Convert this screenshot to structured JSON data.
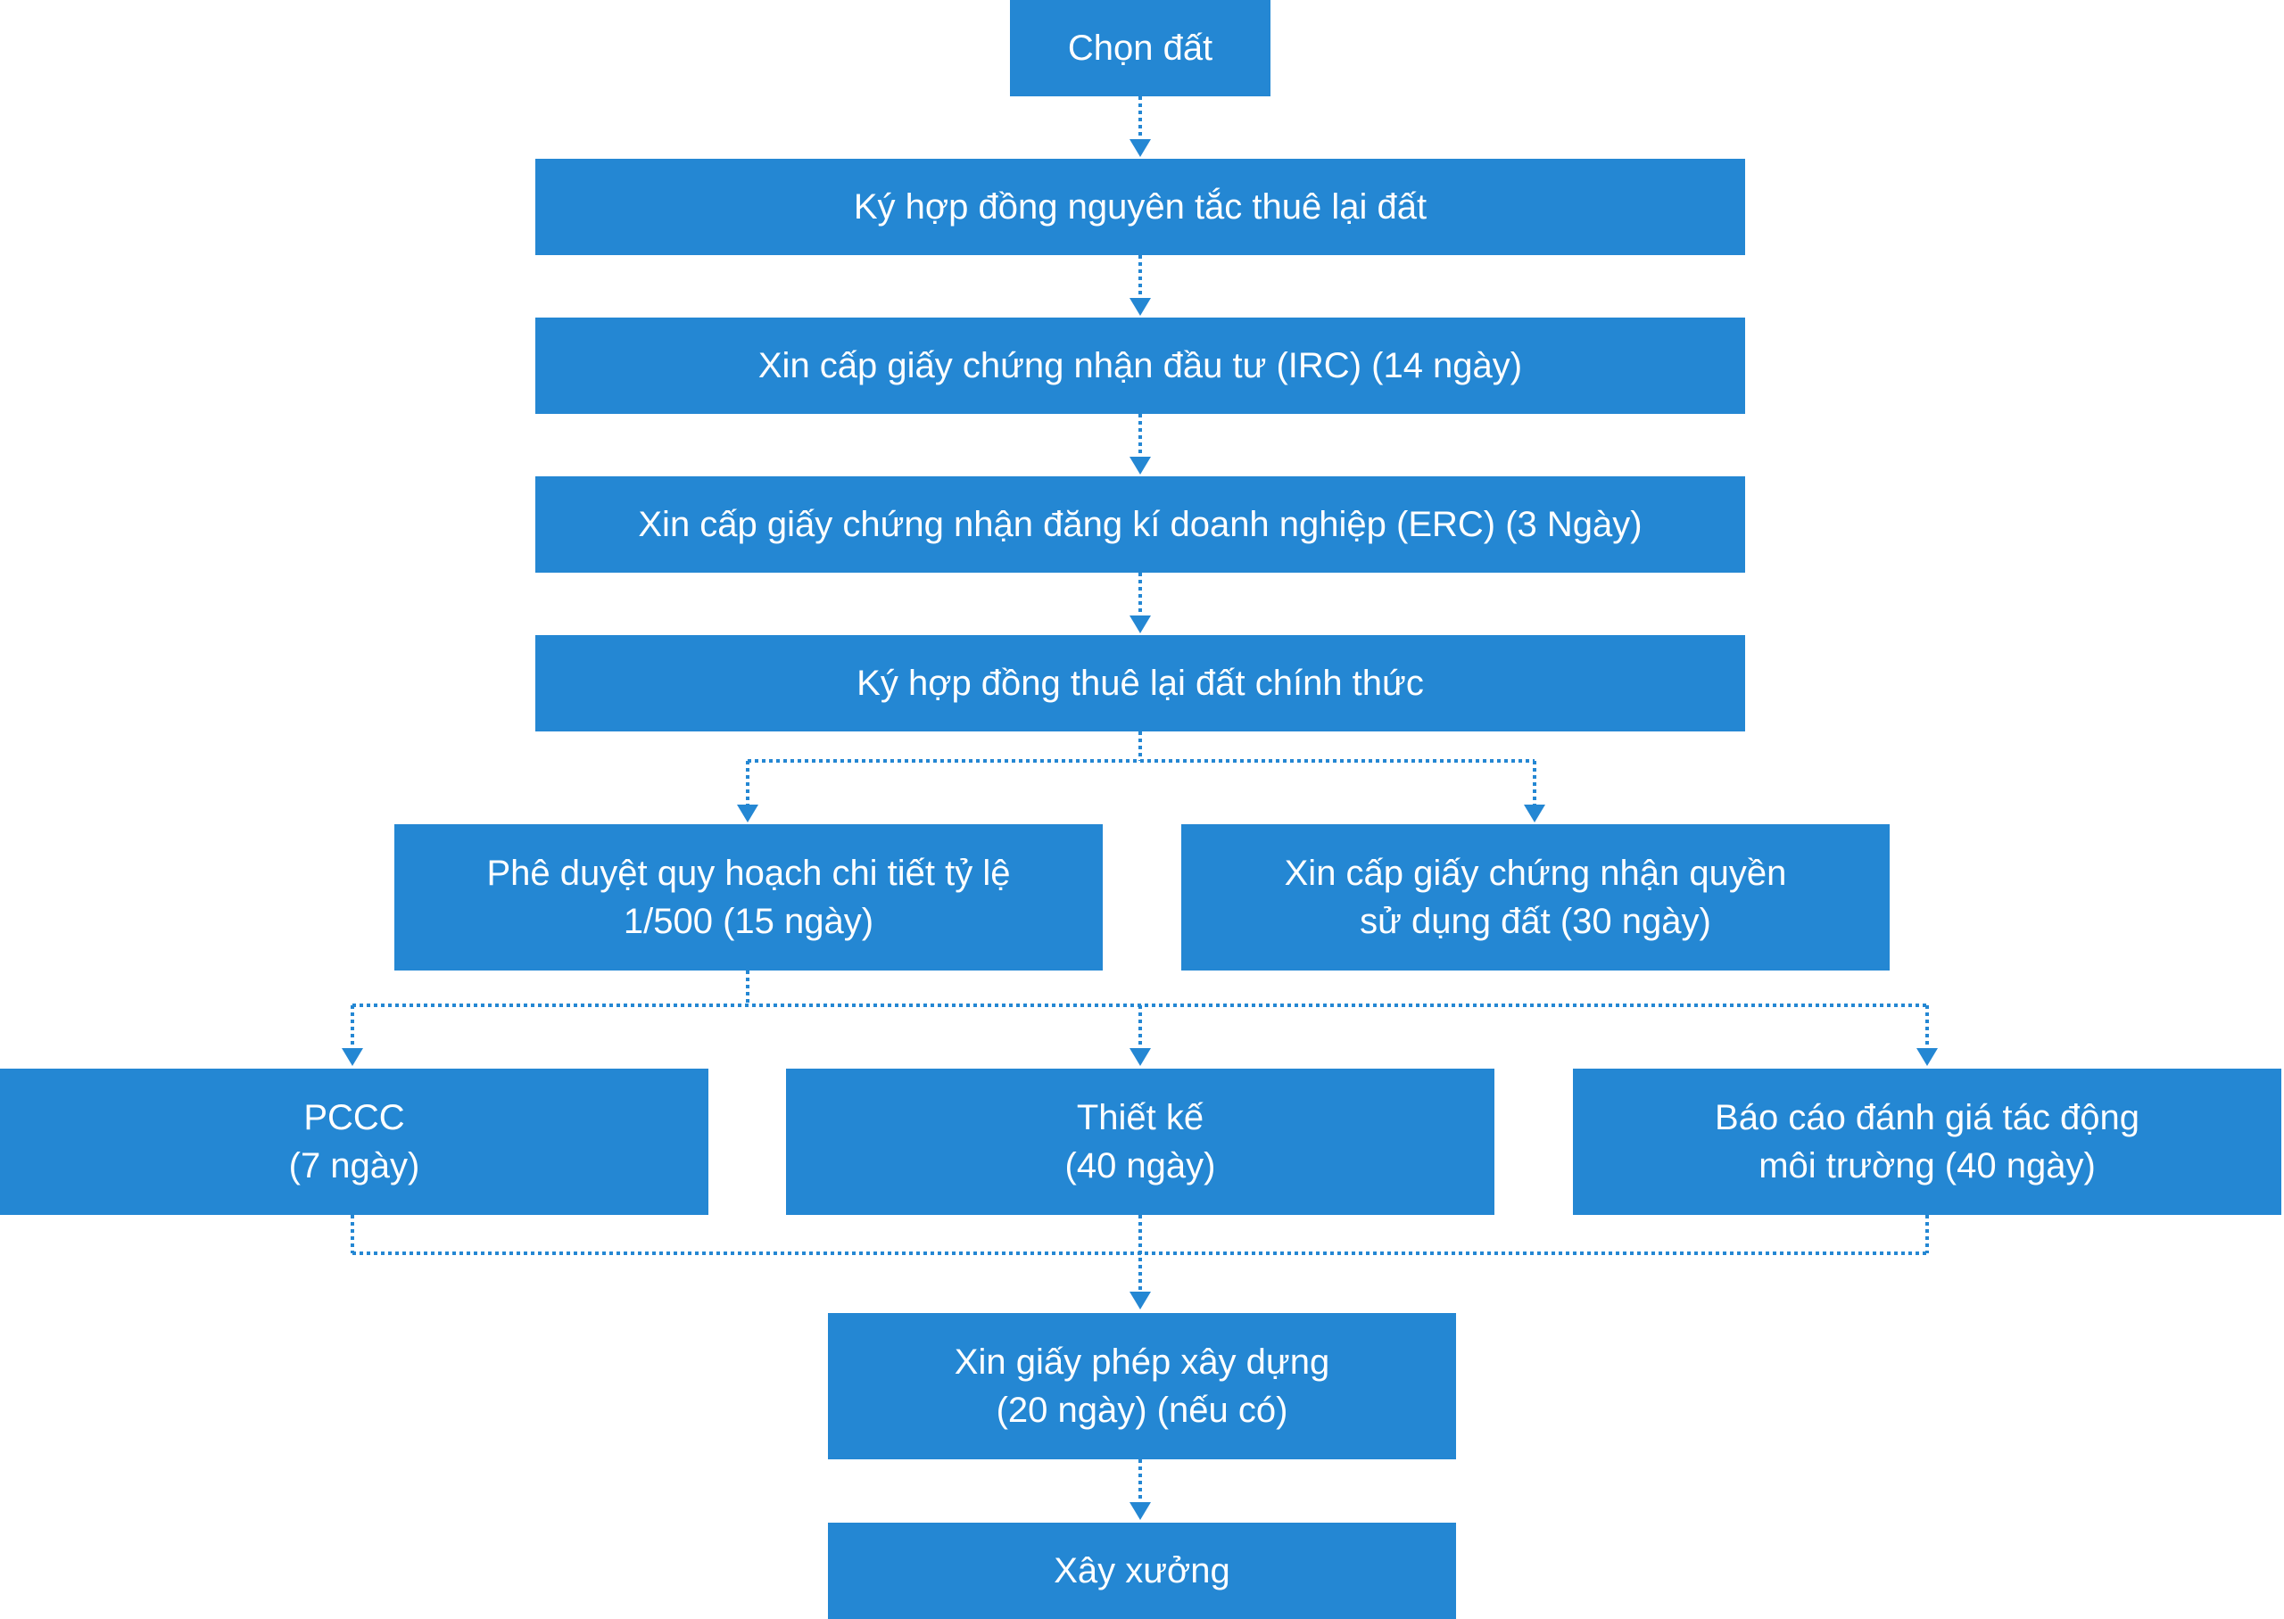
{
  "diagram": {
    "type": "flowchart",
    "fill_color": "#2487d3",
    "text_color": "#ffffff",
    "line_color": "#2487d3",
    "nodes": {
      "chon_dat": "Chọn đất",
      "hop_dong_nguyen_tac": "Ký hợp đồng nguyên tắc thuê lại đất",
      "irc": "Xin cấp giấy chứng nhận đầu tư (IRC) (14 ngày)",
      "erc": "Xin cấp giấy chứng nhận đăng kí doanh nghiệp (ERC) (3 Ngày)",
      "hop_dong_chinh_thuc": "Ký hợp đồng thuê lại đất chính thức",
      "quy_hoach": {
        "line1": "Phê duyệt quy hoạch chi tiết tỷ lệ",
        "line2": "1/500 (15 ngày)"
      },
      "quyen_su_dung_dat": {
        "line1": "Xin cấp giấy chứng nhận quyền",
        "line2": "sử dụng đất (30 ngày)"
      },
      "pccc": {
        "line1": "PCCC",
        "line2": "(7 ngày)"
      },
      "thiet_ke": {
        "line1": "Thiết kế",
        "line2": "(40 ngày)"
      },
      "dtm": {
        "line1": "Báo cáo đánh giá tác động",
        "line2": "môi trường (40 ngày)"
      },
      "giay_phep_xay_dung": {
        "line1": "Xin giấy phép xây dựng",
        "line2": "(20 ngày) (nếu có)"
      },
      "xay_xuong": "Xây xưởng"
    },
    "edges": [
      [
        "chon_dat",
        "hop_dong_nguyen_tac"
      ],
      [
        "hop_dong_nguyen_tac",
        "irc"
      ],
      [
        "irc",
        "erc"
      ],
      [
        "erc",
        "hop_dong_chinh_thuc"
      ],
      [
        "hop_dong_chinh_thuc",
        "quy_hoach"
      ],
      [
        "hop_dong_chinh_thuc",
        "quyen_su_dung_dat"
      ],
      [
        "quy_hoach",
        "pccc"
      ],
      [
        "quy_hoach",
        "thiet_ke"
      ],
      [
        "quy_hoach",
        "dtm"
      ],
      [
        "pccc",
        "giay_phep_xay_dung"
      ],
      [
        "thiet_ke",
        "giay_phep_xay_dung"
      ],
      [
        "dtm",
        "giay_phep_xay_dung"
      ],
      [
        "giay_phep_xay_dung",
        "xay_xuong"
      ]
    ]
  }
}
